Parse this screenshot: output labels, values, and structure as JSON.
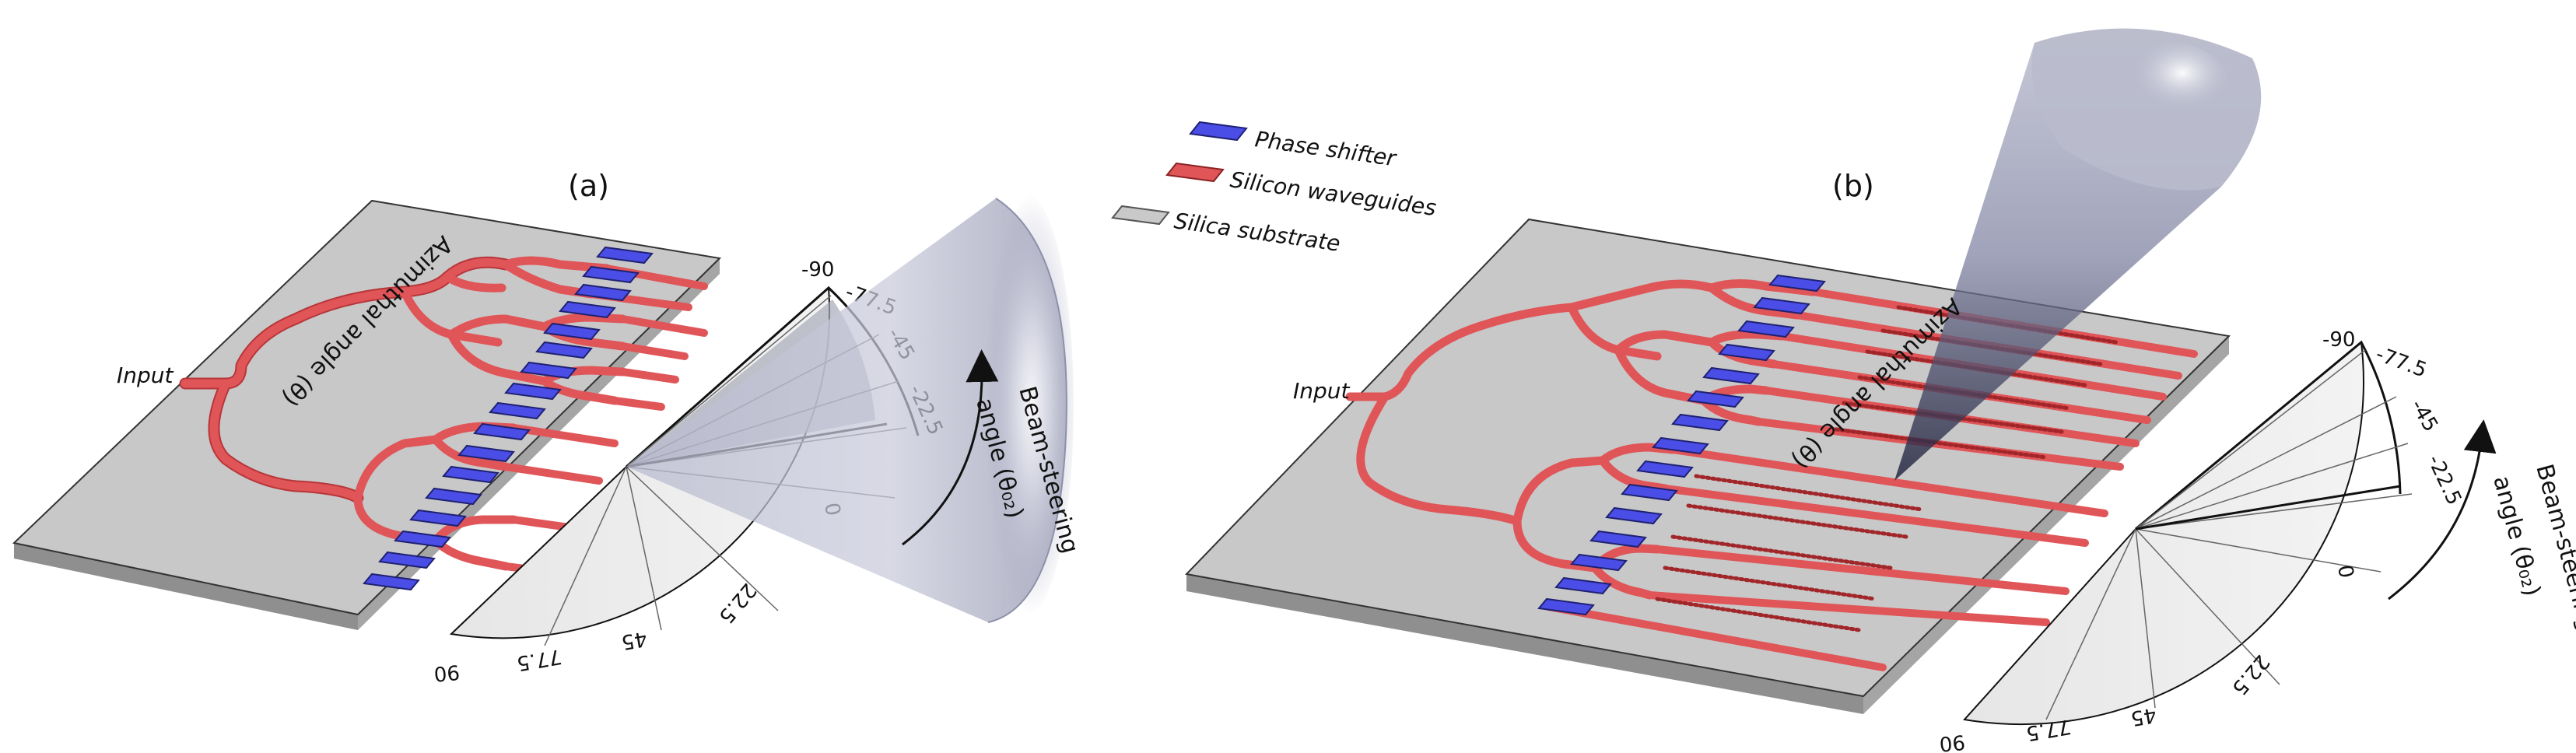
{
  "panels": [
    {
      "id": "a",
      "label": "(a)",
      "input_label": "Input"
    },
    {
      "id": "b",
      "label": "(b)",
      "input_label": "Input"
    }
  ],
  "legend": [
    {
      "label": "Phase shifter",
      "color": "#4a4ee6"
    },
    {
      "label": "Silicon waveguides",
      "color": "#e05558"
    },
    {
      "label": "Silica substrate",
      "color": "#c9c9c9"
    }
  ],
  "dial": {
    "azimuthal_label": "Azimuthal angle (θ)",
    "beam_label_line1": "Beam-steering",
    "beam_label_line2": "angle (θ₀₂)",
    "ticks": [
      "-90",
      "-77.5",
      "-45",
      "-22.5",
      "0",
      "22.5",
      "45",
      "77.5",
      "90"
    ]
  },
  "colors": {
    "substrate_top": "#c8c8c8",
    "substrate_side": "#8f8f8f",
    "waveguide": "#e05558",
    "waveguide_dark": "#b73639",
    "phase_shifter": "#4a4ee6",
    "phase_shifter_dark": "#2c2fa4",
    "beam": "#9c9fb8"
  }
}
